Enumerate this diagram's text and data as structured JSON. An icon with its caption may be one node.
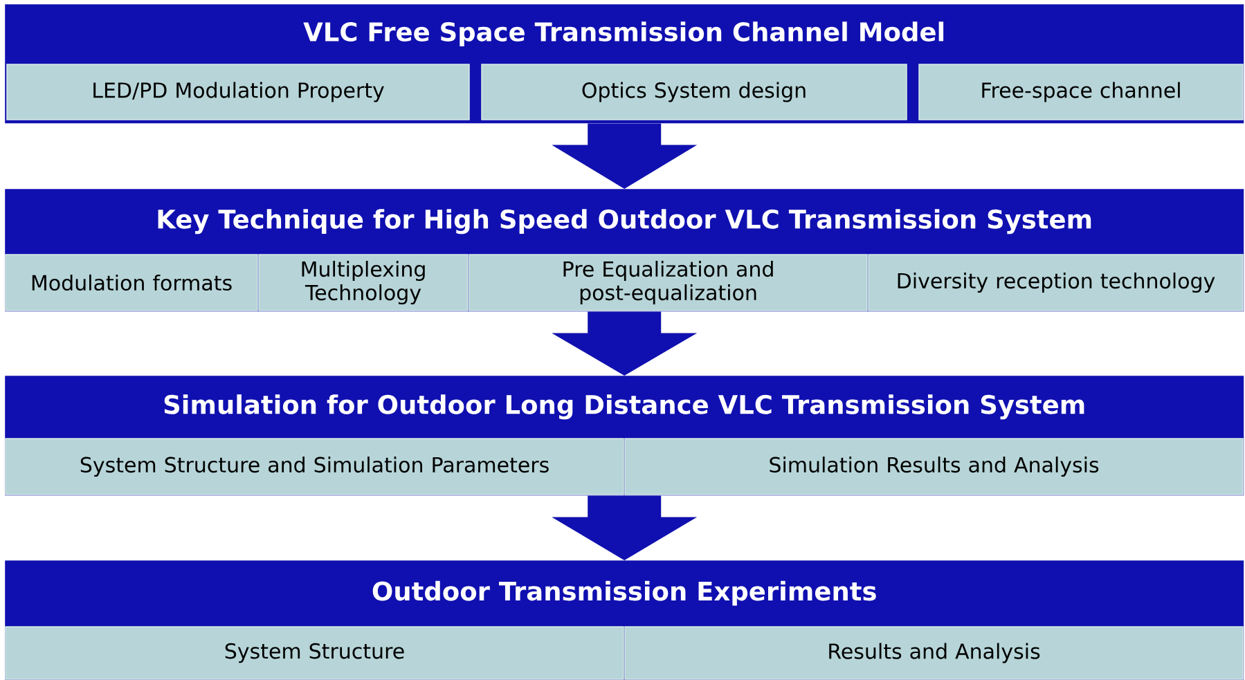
{
  "diagram": {
    "nodes": [
      {
        "text": [
          "VLC Free Space Transmission Channel Model"
        ]
      },
      {
        "text": [
          "LED/PD Modulation Property"
        ],
        "in": 0
      },
      {
        "text": [
          "Optics System design"
        ],
        "in": 0
      },
      {
        "text": [
          "Free-space channel"
        ],
        "in": 0
      },
      {
        "text": [
          "Key Technique for High Speed Outdoor VLC Transmission System"
        ]
      },
      {
        "text": [
          "Modulation formats"
        ],
        "in": 4
      },
      {
        "text": [
          "Multiplexing Technology"
        ],
        "in": 4
      },
      {
        "text": [
          "Pre Equalization and post-equalization"
        ],
        "in": 4
      },
      {
        "text": [
          "Diversity reception technology"
        ],
        "in": 4
      },
      {
        "text": [
          "Simulation for Outdoor Long Distance VLC Transmission System"
        ]
      },
      {
        "text": [
          "System Structure and Simulation Parameters"
        ],
        "in": 9
      },
      {
        "text": [
          "Simulation Results and Analysis"
        ],
        "in": 9
      },
      {
        "text": [
          "Outdoor Transmission Experiments"
        ]
      },
      {
        "text": [
          "System Structure"
        ],
        "in": 12
      },
      {
        "text": [
          "Results and Analysis"
        ],
        "in": 12
      }
    ],
    "edges": [
      {
        "from": 0,
        "to": 4,
        "arrow": "to"
      },
      {
        "from": 4,
        "to": 9,
        "arrow": "to"
      },
      {
        "from": 9,
        "to": 12,
        "arrow": "to"
      }
    ]
  }
}
